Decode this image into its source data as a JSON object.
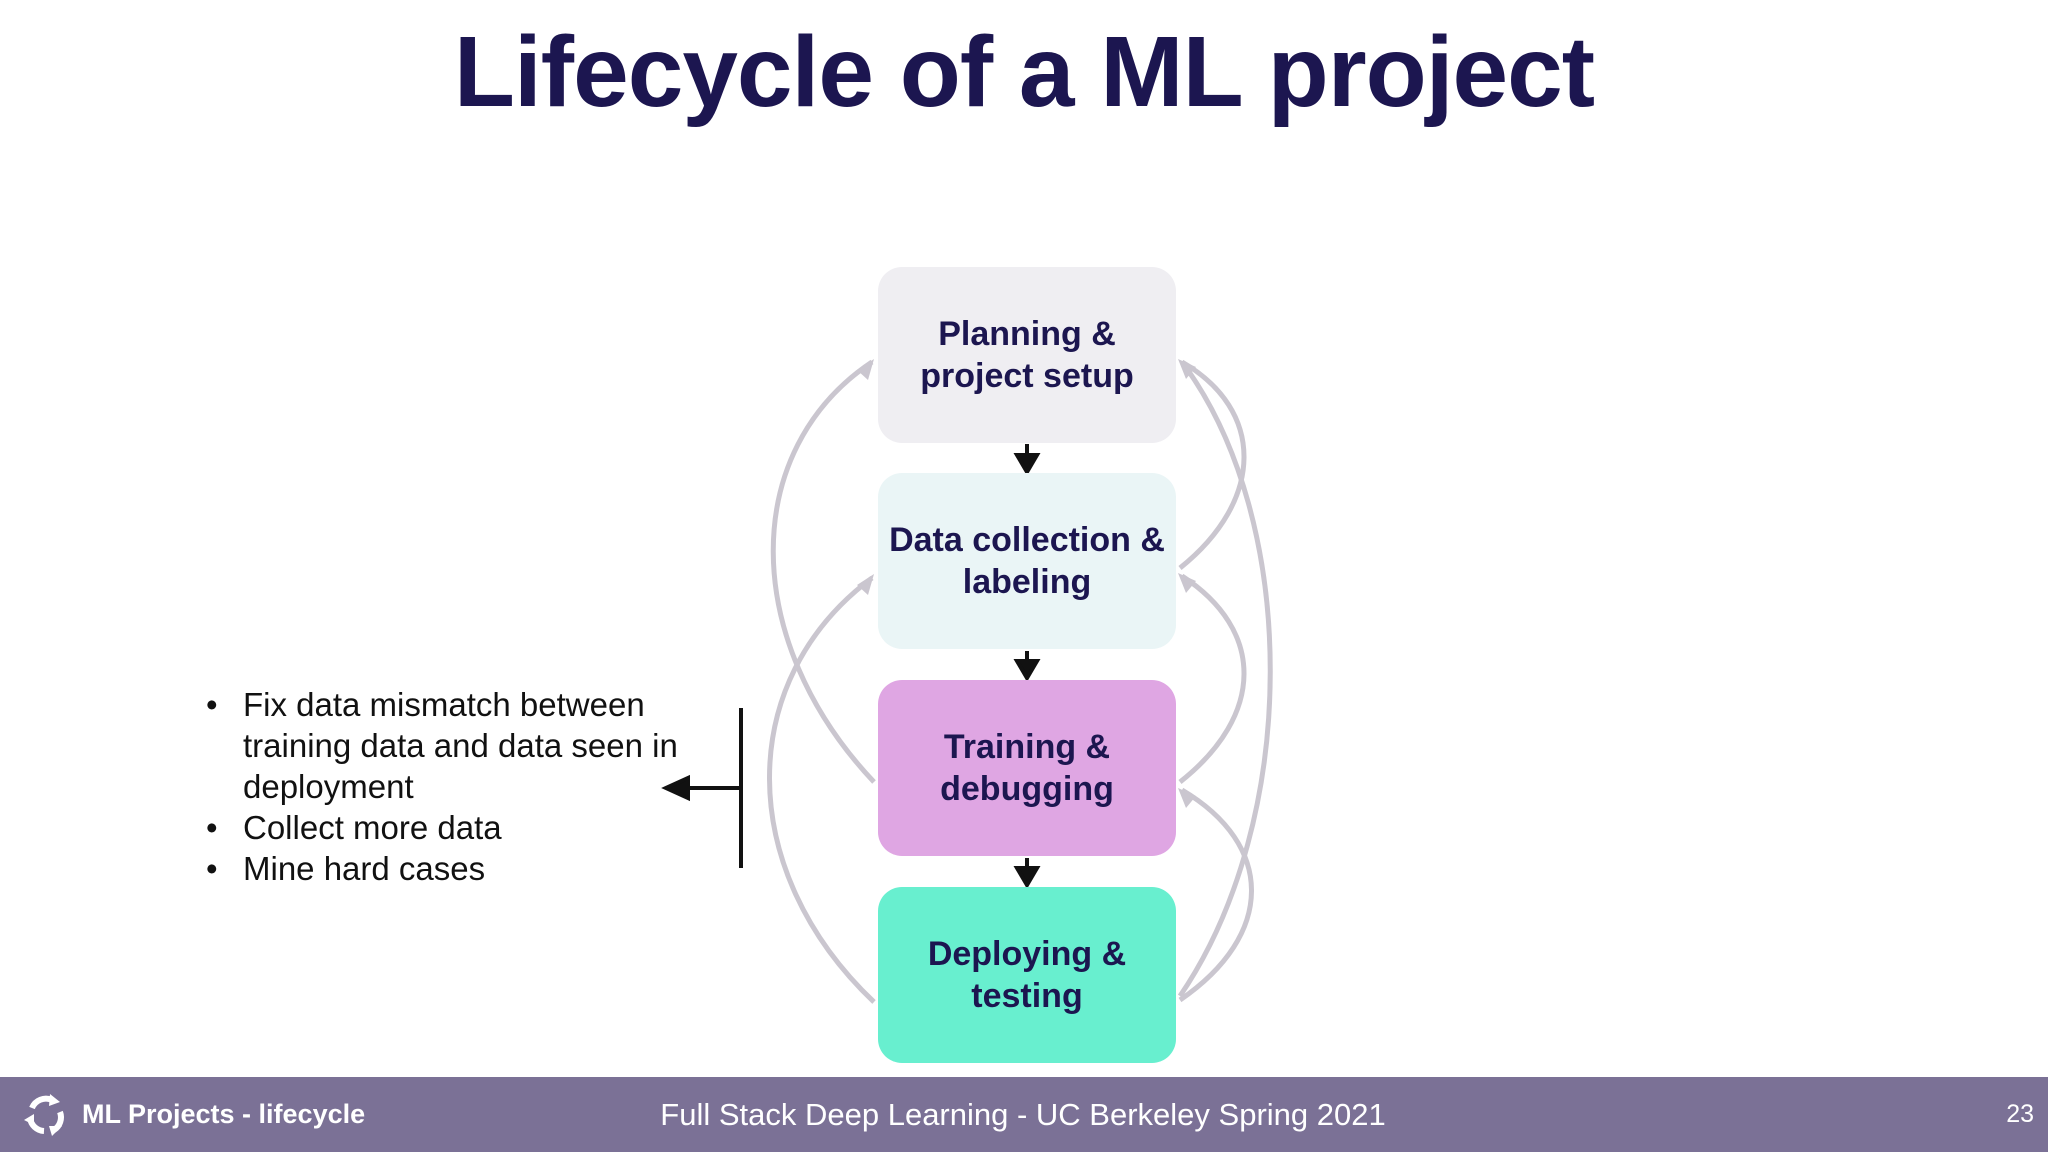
{
  "slide": {
    "title": "Lifecycle of a ML project"
  },
  "stages": [
    {
      "label": "Planning &\nproject setup",
      "color": "#efeef2"
    },
    {
      "label": "Data collection &\nlabeling",
      "color": "#eaf5f6"
    },
    {
      "label": "Training &\ndebugging",
      "color": "#dfa6e3"
    },
    {
      "label": "Deploying &\ntesting",
      "color": "#68efcf"
    }
  ],
  "bullets": [
    "Fix data mismatch between training data and data seen in deployment",
    "Collect more data",
    "Mine hard cases"
  ],
  "colors": {
    "title": "#1c1650",
    "feedback_arrows": "#cac6cf",
    "forward_arrows": "#111111",
    "footer_bg": "#7b7196"
  },
  "footer": {
    "icon": "cycle-arrows-icon",
    "section": "ML Projects - lifecycle",
    "course": "Full Stack Deep Learning - UC Berkeley Spring 2021",
    "page": "23"
  }
}
